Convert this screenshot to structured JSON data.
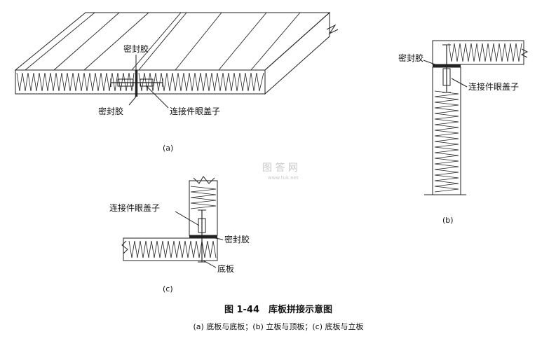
{
  "labels": {
    "a_sealant_top": "密封胶",
    "a_sealant_bottom": "密封胶",
    "a_connector": "连接件眼盖子",
    "b_sealant": "密封胶",
    "b_connector": "连接件眼盖子",
    "c_connector": "连接件眼盖子",
    "c_sealant": "密封胶",
    "c_floor": "底板"
  },
  "captions": {
    "a": "(a)",
    "b": "(b)",
    "c": "(c)"
  },
  "figure": {
    "title": "图 1-44　库板拼接示意图",
    "subtitle": "(a) 底板与底板；(b) 立板与顶板；(c) 底板与立板"
  },
  "watermark": {
    "logo": "图 答 网",
    "url": "www.tuk.net"
  }
}
